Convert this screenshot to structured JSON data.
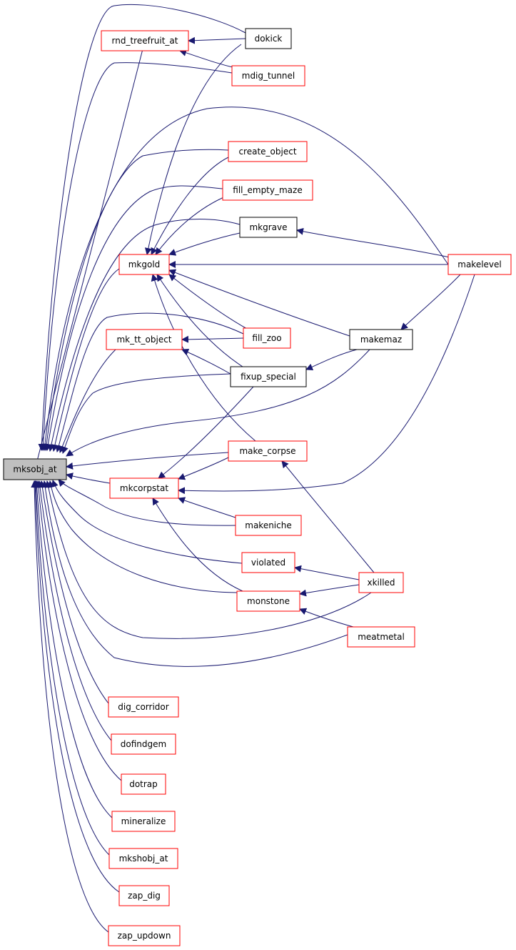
{
  "nodes": [
    {
      "id": "mksobj_at",
      "label": "mksobj_at",
      "style": "root"
    },
    {
      "id": "rnd_treefruit_at",
      "label": "rnd_treefruit_at",
      "style": "red"
    },
    {
      "id": "dokick",
      "label": "dokick",
      "style": "black"
    },
    {
      "id": "mdig_tunnel",
      "label": "mdig_tunnel",
      "style": "red"
    },
    {
      "id": "create_object",
      "label": "create_object",
      "style": "red"
    },
    {
      "id": "fill_empty_maze",
      "label": "fill_empty_maze",
      "style": "red"
    },
    {
      "id": "mkgrave",
      "label": "mkgrave",
      "style": "black"
    },
    {
      "id": "mkgold",
      "label": "mkgold",
      "style": "red"
    },
    {
      "id": "makelevel",
      "label": "makelevel",
      "style": "red"
    },
    {
      "id": "mk_tt_object",
      "label": "mk_tt_object",
      "style": "red"
    },
    {
      "id": "fill_zoo",
      "label": "fill_zoo",
      "style": "red"
    },
    {
      "id": "makemaz",
      "label": "makemaz",
      "style": "black"
    },
    {
      "id": "fixup_special",
      "label": "fixup_special",
      "style": "black"
    },
    {
      "id": "make_corpse",
      "label": "make_corpse",
      "style": "red"
    },
    {
      "id": "mkcorpstat",
      "label": "mkcorpstat",
      "style": "red"
    },
    {
      "id": "makeniche",
      "label": "makeniche",
      "style": "red"
    },
    {
      "id": "violated",
      "label": "violated",
      "style": "red"
    },
    {
      "id": "xkilled",
      "label": "xkilled",
      "style": "red"
    },
    {
      "id": "monstone",
      "label": "monstone",
      "style": "red"
    },
    {
      "id": "meatmetal",
      "label": "meatmetal",
      "style": "red"
    },
    {
      "id": "dig_corridor",
      "label": "dig_corridor",
      "style": "red"
    },
    {
      "id": "dofindgem",
      "label": "dofindgem",
      "style": "red"
    },
    {
      "id": "dotrap",
      "label": "dotrap",
      "style": "red"
    },
    {
      "id": "mineralize",
      "label": "mineralize",
      "style": "red"
    },
    {
      "id": "mkshobj_at",
      "label": "mkshobj_at",
      "style": "red"
    },
    {
      "id": "zap_dig",
      "label": "zap_dig",
      "style": "red"
    },
    {
      "id": "zap_updown",
      "label": "zap_updown",
      "style": "red"
    }
  ],
  "edges": [
    {
      "from": "rnd_treefruit_at",
      "to": "mksobj_at"
    },
    {
      "from": "dokick",
      "to": "mksobj_at"
    },
    {
      "from": "mdig_tunnel",
      "to": "mksobj_at"
    },
    {
      "from": "makelevel",
      "to": "mksobj_at"
    },
    {
      "from": "create_object",
      "to": "mksobj_at"
    },
    {
      "from": "fill_empty_maze",
      "to": "mksobj_at"
    },
    {
      "from": "mkgrave",
      "to": "mksobj_at"
    },
    {
      "from": "mkgold",
      "to": "mksobj_at"
    },
    {
      "from": "fill_zoo",
      "to": "mksobj_at"
    },
    {
      "from": "mk_tt_object",
      "to": "mksobj_at"
    },
    {
      "from": "fixup_special",
      "to": "mksobj_at"
    },
    {
      "from": "makemaz",
      "to": "mksobj_at"
    },
    {
      "from": "make_corpse",
      "to": "mksobj_at"
    },
    {
      "from": "mkcorpstat",
      "to": "mksobj_at"
    },
    {
      "from": "makeniche",
      "to": "mksobj_at"
    },
    {
      "from": "violated",
      "to": "mksobj_at"
    },
    {
      "from": "monstone",
      "to": "mksobj_at"
    },
    {
      "from": "xkilled",
      "to": "mksobj_at"
    },
    {
      "from": "meatmetal",
      "to": "mksobj_at"
    },
    {
      "from": "dig_corridor",
      "to": "mksobj_at"
    },
    {
      "from": "dofindgem",
      "to": "mksobj_at"
    },
    {
      "from": "dotrap",
      "to": "mksobj_at"
    },
    {
      "from": "mineralize",
      "to": "mksobj_at"
    },
    {
      "from": "mkshobj_at",
      "to": "mksobj_at"
    },
    {
      "from": "zap_dig",
      "to": "mksobj_at"
    },
    {
      "from": "zap_updown",
      "to": "mksobj_at"
    },
    {
      "from": "dokick",
      "to": "rnd_treefruit_at"
    },
    {
      "from": "mdig_tunnel",
      "to": "rnd_treefruit_at"
    },
    {
      "from": "dokick",
      "to": "mkgold"
    },
    {
      "from": "create_object",
      "to": "mkgold"
    },
    {
      "from": "fill_empty_maze",
      "to": "mkgold"
    },
    {
      "from": "mkgrave",
      "to": "mkgold"
    },
    {
      "from": "makelevel",
      "to": "mkgold"
    },
    {
      "from": "makemaz",
      "to": "mkgold"
    },
    {
      "from": "fill_zoo",
      "to": "mkgold"
    },
    {
      "from": "fixup_special",
      "to": "mkgold"
    },
    {
      "from": "make_corpse",
      "to": "mkgold"
    },
    {
      "from": "makelevel",
      "to": "mkgrave"
    },
    {
      "from": "makelevel",
      "to": "makemaz"
    },
    {
      "from": "makemaz",
      "to": "fixup_special"
    },
    {
      "from": "fill_zoo",
      "to": "mk_tt_object"
    },
    {
      "from": "fixup_special",
      "to": "mk_tt_object"
    },
    {
      "from": "make_corpse",
      "to": "mkcorpstat"
    },
    {
      "from": "makelevel",
      "to": "mkcorpstat"
    },
    {
      "from": "fixup_special",
      "to": "mkcorpstat"
    },
    {
      "from": "makeniche",
      "to": "mkcorpstat"
    },
    {
      "from": "monstone",
      "to": "mkcorpstat"
    },
    {
      "from": "xkilled",
      "to": "make_corpse"
    },
    {
      "from": "xkilled",
      "to": "violated"
    },
    {
      "from": "xkilled",
      "to": "monstone"
    },
    {
      "from": "meatmetal",
      "to": "monstone"
    }
  ]
}
